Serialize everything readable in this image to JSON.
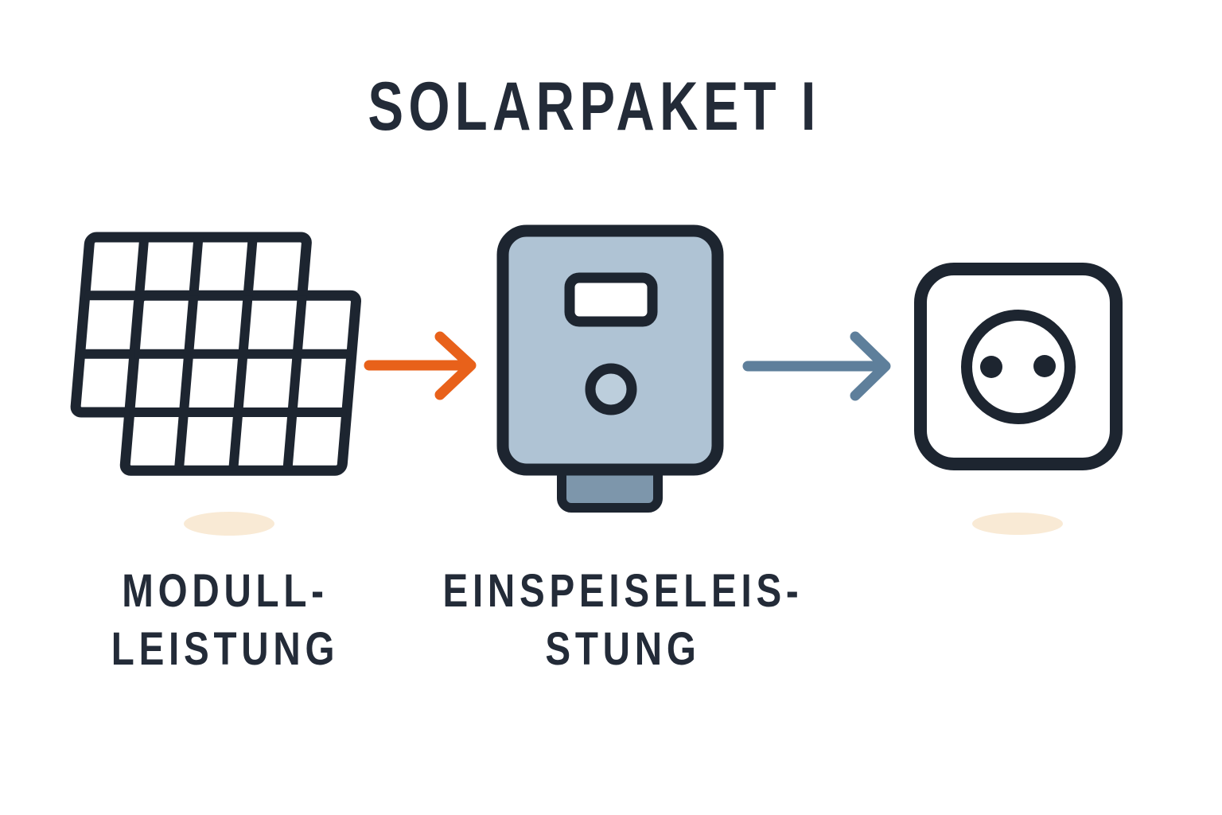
{
  "title": "SOLARPAKET I",
  "colors": {
    "ink": "#232B38",
    "icon-stroke": "#1D2530",
    "accent-orange": "#E8611A",
    "accent-blue": "#5E7F9B",
    "inverter-body": "#AFC3D4",
    "inverter-dial": "#BCCEDC",
    "inverter-stub": "#7D96AB",
    "panel-cell": "#FFFFFF",
    "shadow": "#F9EAD5",
    "background": "#FFFFFF"
  },
  "flow": {
    "steps": [
      {
        "id": "solar-panel",
        "icon": "solar-panel-icon",
        "label_lines": [
          "MODULL-",
          "LEISTUNG"
        ]
      },
      {
        "id": "inverter",
        "icon": "inverter-icon",
        "label_lines": [
          "EINSPEISELEIS-",
          "STUNG"
        ]
      },
      {
        "id": "power-socket",
        "icon": "power-socket-icon",
        "label_lines": []
      }
    ],
    "connectors": [
      {
        "from": "solar-panel",
        "to": "inverter",
        "icon": "arrow-right-icon",
        "color": "#E8611A"
      },
      {
        "from": "inverter",
        "to": "power-socket",
        "icon": "arrow-right-icon",
        "color": "#5E7F9B"
      }
    ]
  }
}
